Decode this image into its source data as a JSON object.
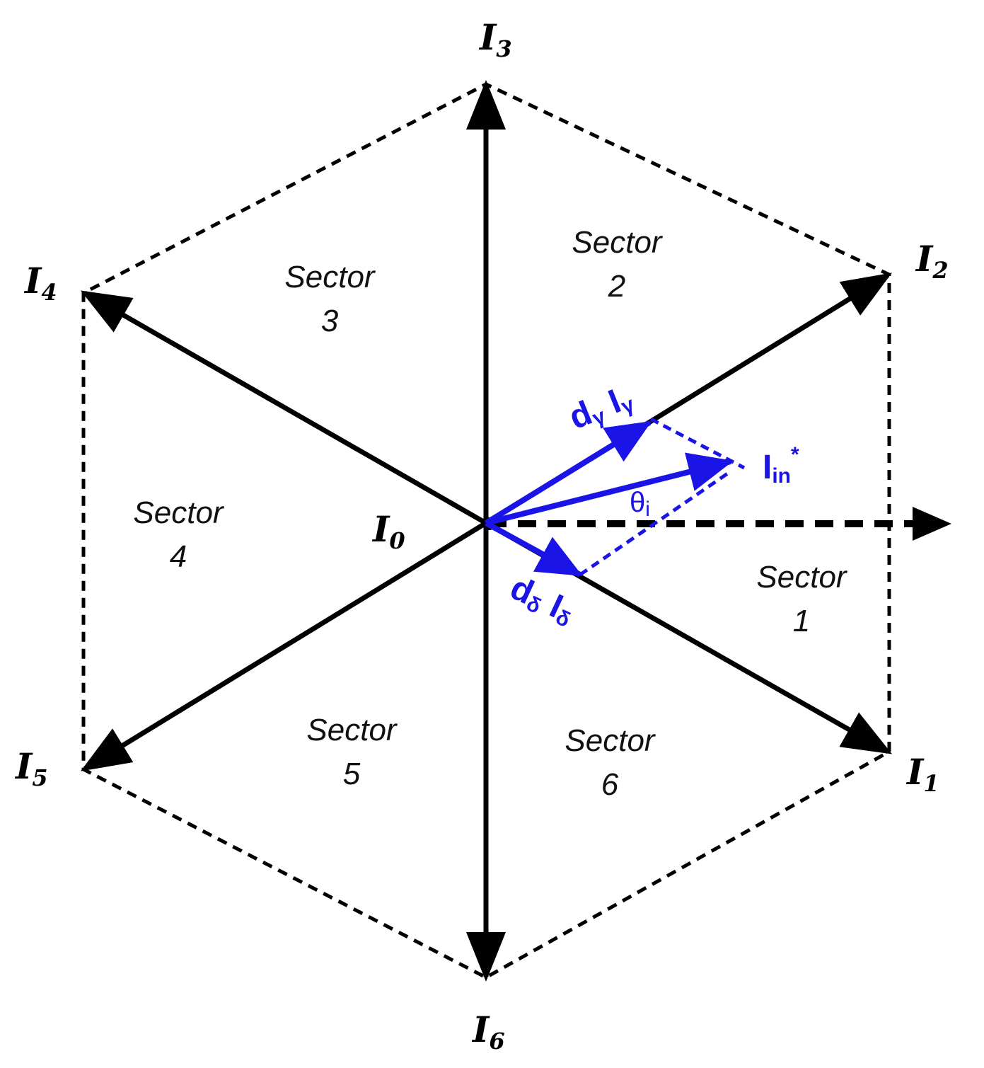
{
  "colors": {
    "vectors": "#000000",
    "reference": "#1a14e6",
    "background": "#ffffff"
  },
  "vectors": [
    {
      "id": "I1",
      "letter": "I",
      "sub": "1"
    },
    {
      "id": "I2",
      "letter": "I",
      "sub": "2"
    },
    {
      "id": "I3",
      "letter": "I",
      "sub": "3"
    },
    {
      "id": "I4",
      "letter": "I",
      "sub": "4"
    },
    {
      "id": "I5",
      "letter": "I",
      "sub": "5"
    },
    {
      "id": "I6",
      "letter": "I",
      "sub": "6"
    }
  ],
  "origin": {
    "letter": "I",
    "sub": "0"
  },
  "sectors": [
    {
      "word": "Sector",
      "number": "1"
    },
    {
      "word": "Sector",
      "number": "2"
    },
    {
      "word": "Sector",
      "number": "3"
    },
    {
      "word": "Sector",
      "number": "4"
    },
    {
      "word": "Sector",
      "number": "5"
    },
    {
      "word": "Sector",
      "number": "6"
    }
  ],
  "reference": {
    "gamma": {
      "d": "d",
      "d_sub": "γ",
      "i": "I",
      "i_sub": "γ"
    },
    "delta": {
      "d": "d",
      "d_sub": "δ",
      "i": "I",
      "i_sub": "δ"
    },
    "input": {
      "i": "I",
      "sub": "in",
      "sup": "*"
    },
    "angle": {
      "symbol": "θ",
      "sub": "i"
    }
  }
}
